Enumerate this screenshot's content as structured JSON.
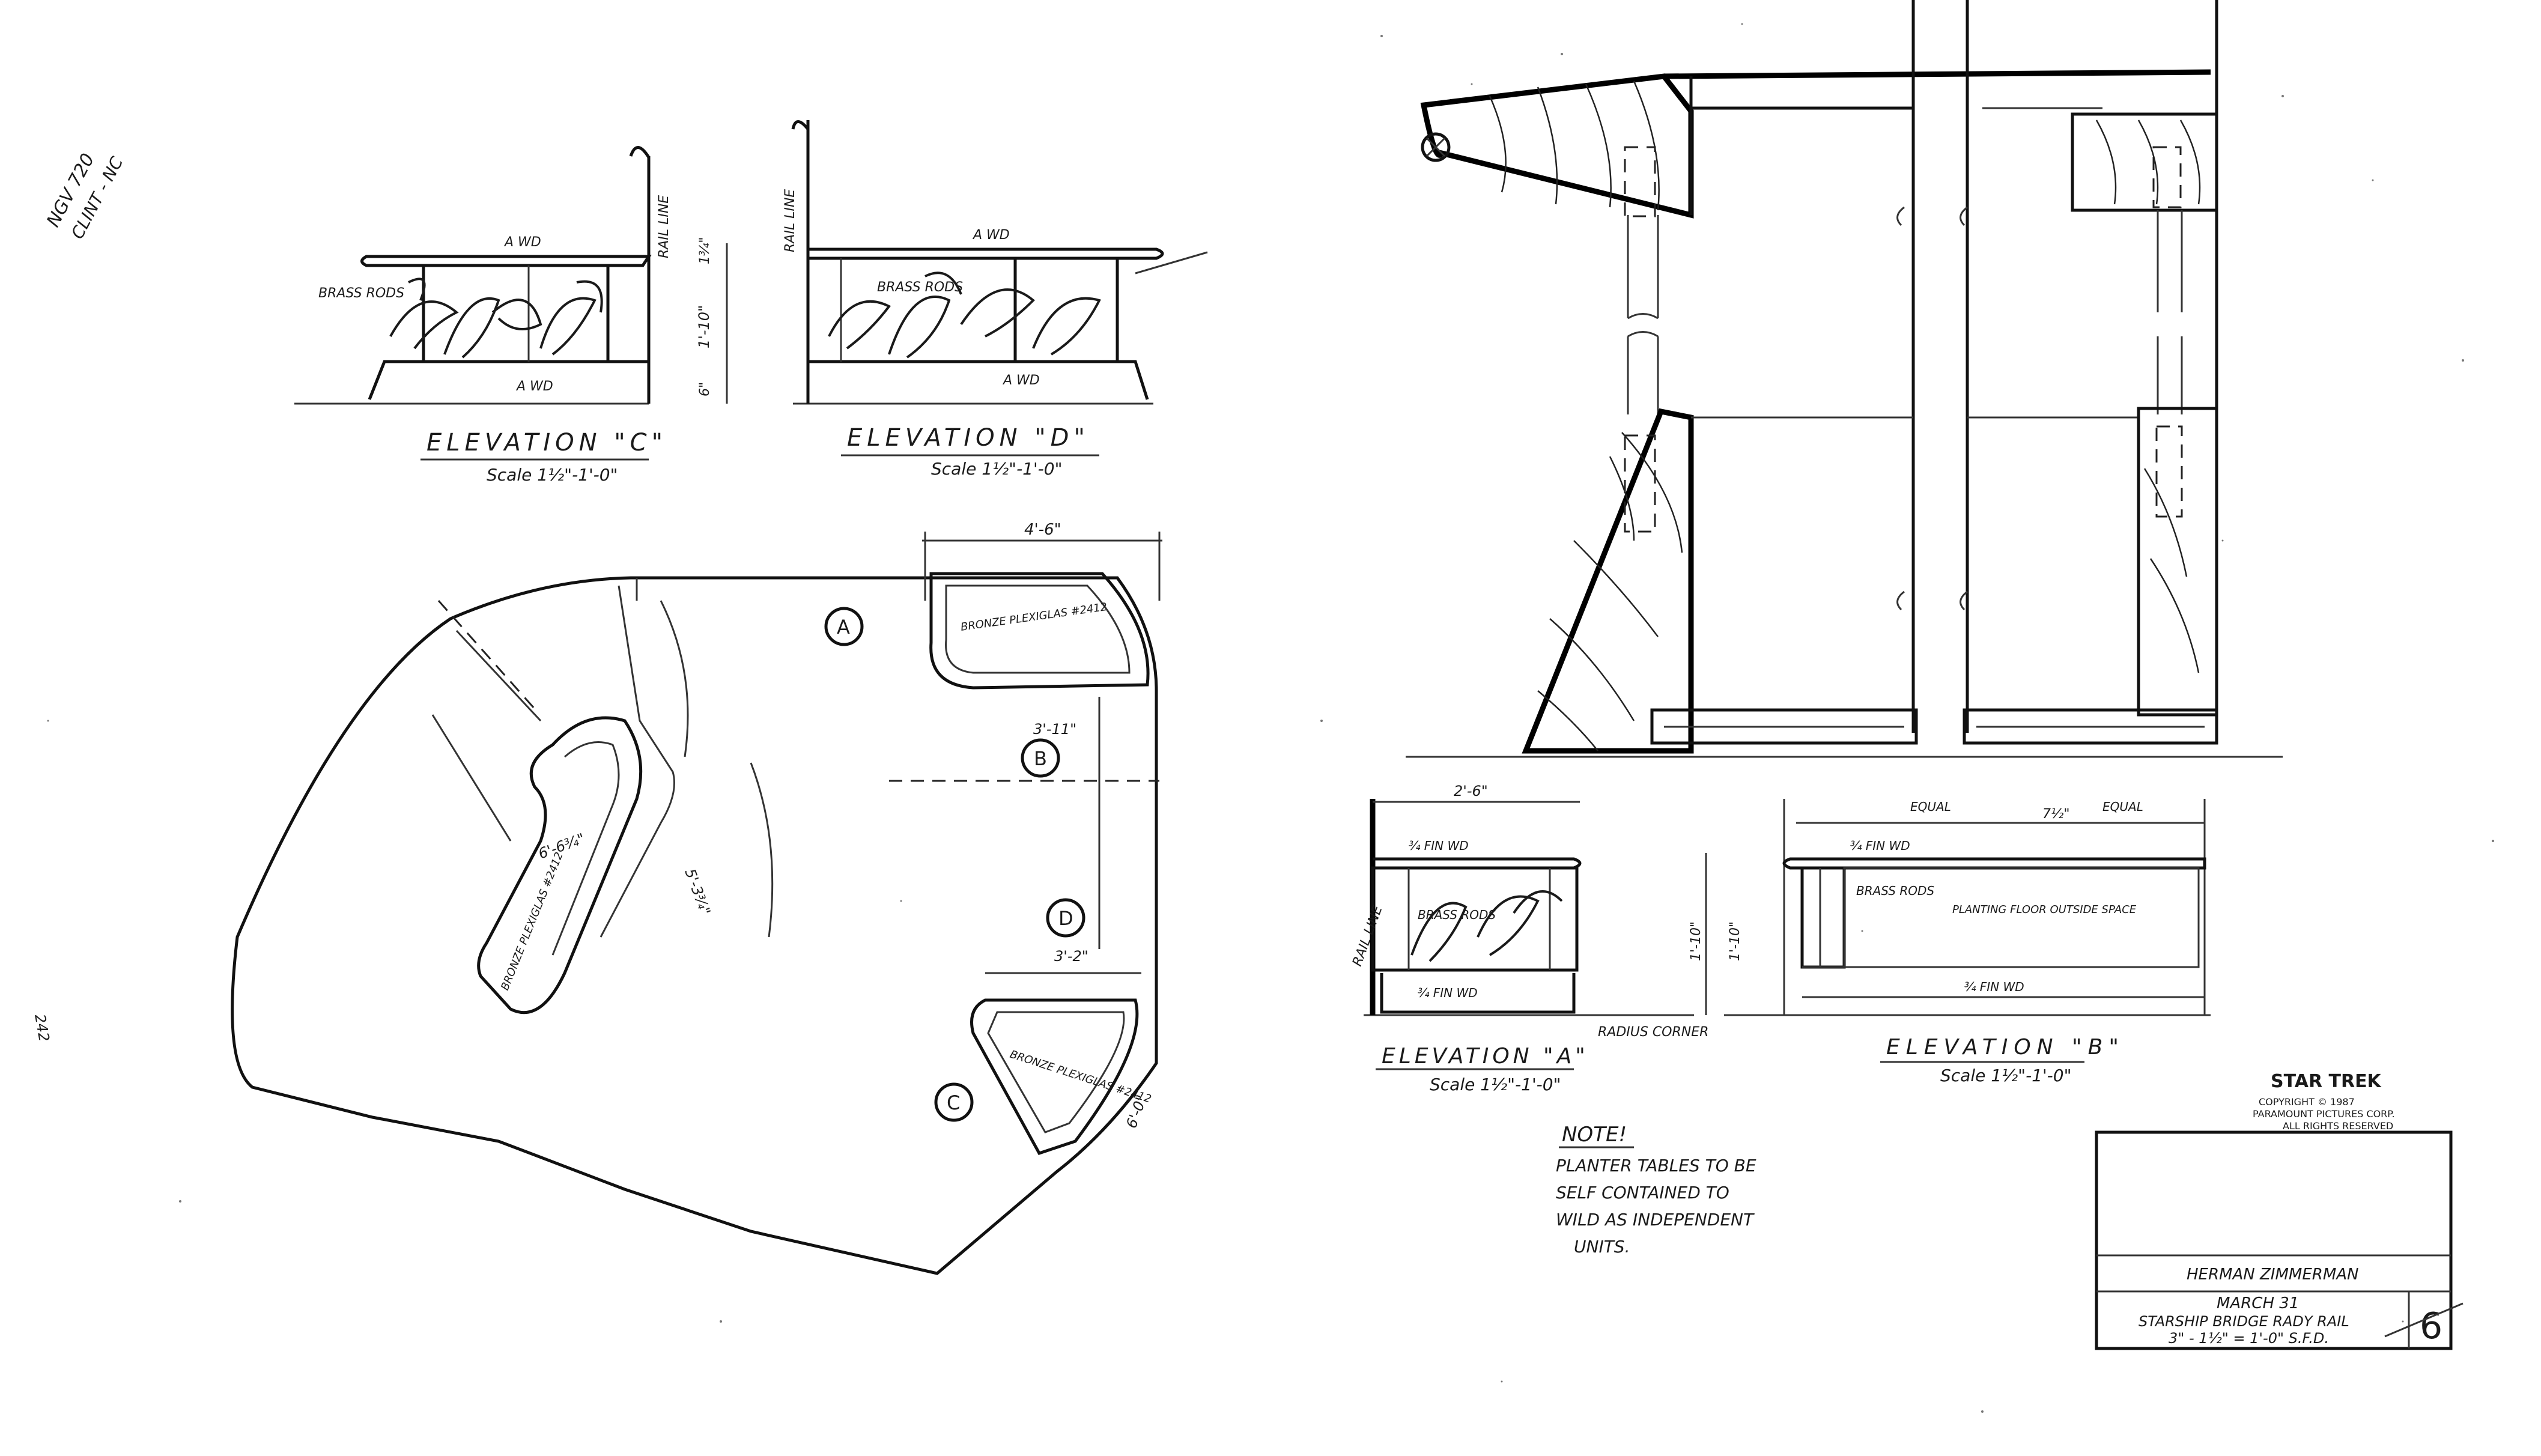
{
  "margin_notes": {
    "top_left_a": "NGV 720",
    "top_left_b": "CLINT - NC",
    "left_edge": "242"
  },
  "elevation_c": {
    "title": "ELEVATION \"C\"",
    "scale": "Scale 1½\"-1'-0\"",
    "labels": {
      "brass_rods": "BRASS RODS",
      "a_wd_top": "A WD",
      "a_wd_bottom": "A WD",
      "rail_line": "RAIL LINE",
      "dim_height": "1'-10\"",
      "dim_top": "1¾\"",
      "dim_base": "6\""
    }
  },
  "elevation_d": {
    "title": "ELEVATION \"D\"",
    "scale": "Scale 1½\"-1'-0\"",
    "labels": {
      "rail_line": "RAIL LINE",
      "a_wd_top": "A WD",
      "a_wd_bottom": "A WD",
      "brass_rods": "BRASS RODS"
    }
  },
  "plan": {
    "markers": [
      "A",
      "B",
      "C",
      "D"
    ],
    "dims": {
      "top_width": "4'-6\"",
      "b": "3'-11\"",
      "d": "3'-2\"",
      "side": "5'-3¾\"",
      "diag": "6'-6¾\"",
      "angle": "6'-0\""
    },
    "labels": {
      "bronze_a": "BRONZE PLEXIGLAS #2412",
      "bronze_planter": "BRONZE PLEXIGLAS #2412",
      "bronze_c": "BRONZE PLEXIGLAS #2412"
    }
  },
  "elevation_a": {
    "title": "ELEVATION \"A\"",
    "scale": "Scale 1½\"-1'-0\"",
    "labels": {
      "rail_line": "RAIL LINE",
      "fin_wd": "¾ FIN WD",
      "brass_rods": "BRASS RODS",
      "fin_wd_bottom": "¾ FIN WD",
      "radius_corner": "RADIUS CORNER",
      "dim_width": "2'-6\"",
      "dim_height": "1'-10\""
    }
  },
  "elevation_b": {
    "title": "ELEVATION \"B\"",
    "scale": "Scale 1½\"-1'-0\"",
    "labels": {
      "equal_left": "EQUAL",
      "equal_right": "EQUAL",
      "dim_mid": "7½\"",
      "fin_wd_top": "¾ FIN WD",
      "brass_rods": "BRASS RODS",
      "planting": "PLANTING FLOOR OUTSIDE SPACE",
      "fin_wd_bottom": "¾ FIN WD",
      "dim_height": "1'-10\""
    }
  },
  "note": {
    "title": "NOTE!",
    "lines": [
      "PLANTER TABLES TO BE",
      "SELF CONTAINED TO",
      "WILD AS INDEPENDENT",
      "UNITS."
    ]
  },
  "title_block": {
    "show": "STAR TREK",
    "copyright": "COPYRIGHT © 1987",
    "studio": "PARAMOUNT PICTURES CORP.",
    "rights": "ALL RIGHTS RESERVED",
    "designer": "HERMAN ZIMMERMAN",
    "date": "MARCH 31",
    "subject": "STARSHIP BRIDGE RADY RAIL",
    "scale": "3\" - 1½\" = 1'-0\" S.F.D.",
    "sheet_number": "6"
  }
}
